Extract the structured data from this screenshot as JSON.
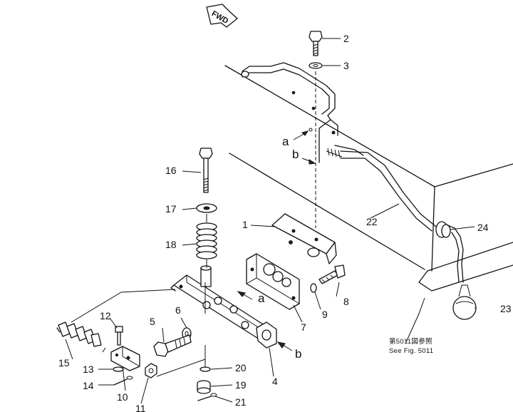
{
  "direction_label": "FWD",
  "reference_note": {
    "line1": "第5011図参照",
    "line2": "See Fig. 5011"
  },
  "routing_markers": [
    "a",
    "b"
  ],
  "callouts": [
    "1",
    "2",
    "3",
    "4",
    "5",
    "6",
    "7",
    "8",
    "9",
    "10",
    "11",
    "12",
    "13",
    "14",
    "15",
    "16",
    "17",
    "18",
    "19",
    "20",
    "21",
    "22",
    "23",
    "24"
  ]
}
